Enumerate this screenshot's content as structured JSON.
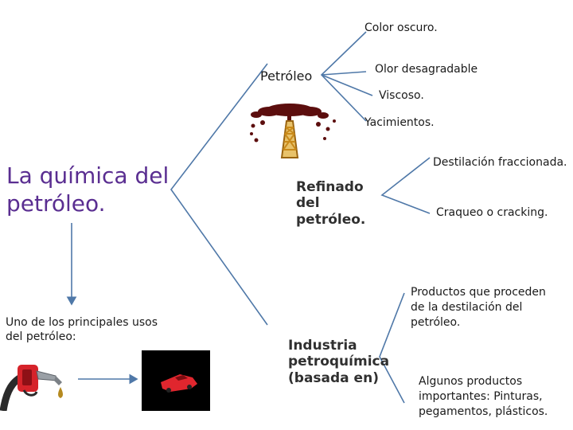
{
  "title": "La química del petróleo.",
  "center": {
    "petroleo": "Petróleo",
    "refinado": "Refinado del petróleo.",
    "industria": "Industria petroquímica (basada en)"
  },
  "properties": [
    "Color oscuro.",
    "Olor desagradable",
    "Viscoso.",
    "Yacimientos."
  ],
  "refinado_items": [
    "Destilación fraccionada.",
    "Craqueo o cracking."
  ],
  "industria_items": [
    "Productos que proceden de la destilación del petróleo.",
    "Algunos productos importantes: Pinturas, pegamentos, plásticos."
  ],
  "usos": "Uno de los principales usos del petróleo:",
  "colors": {
    "title": "#5a2e91",
    "connector": "#4f78a8",
    "oil_drop": "#5c0e0e",
    "derrick": "#c98a1a"
  },
  "icons": [
    "oil-splash-icon",
    "oil-derrick-icon",
    "fuel-nozzle-icon",
    "red-car-icon"
  ]
}
